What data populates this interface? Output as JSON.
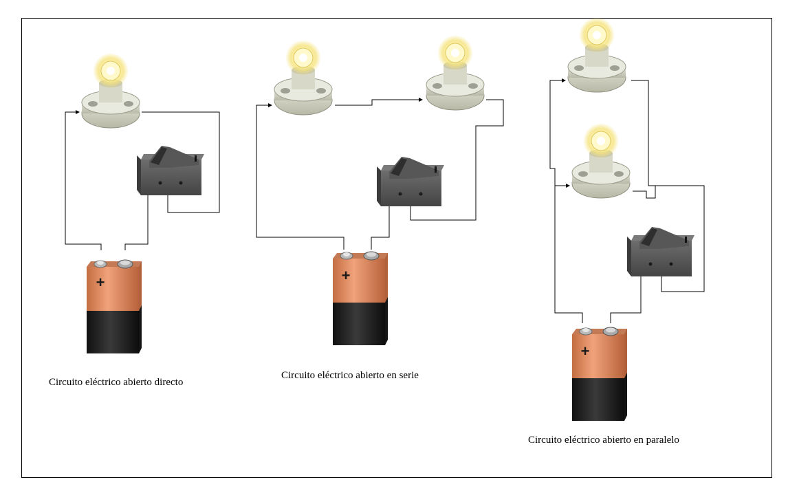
{
  "circuits": [
    {
      "caption": "Circuito eléctrico abierto directo"
    },
    {
      "caption": "Circuito eléctrico abierto en serie"
    },
    {
      "caption": "Circuito eléctrico abierto en paralelo"
    }
  ],
  "battery": {
    "plus_symbol": "+"
  },
  "colors": {
    "wire": "#000000",
    "battery_copper": "#d9845a",
    "battery_black": "#1c1c1c",
    "switch": "#5a5a5a",
    "socket": "#d3d4c4",
    "bulb_glow": "#fff6a8"
  }
}
